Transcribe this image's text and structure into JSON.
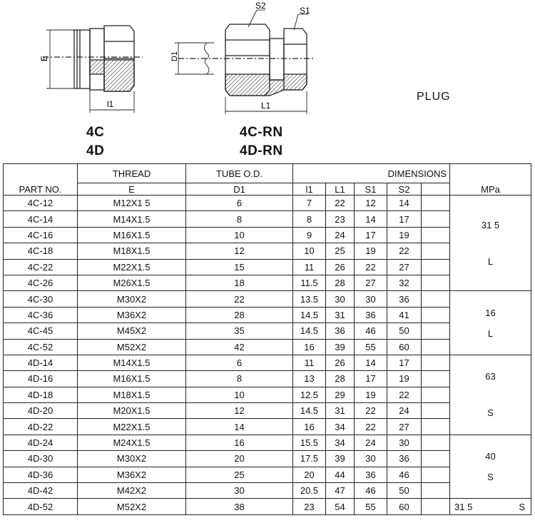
{
  "drawing": {
    "left_labels": {
      "E": "E",
      "l1": "l1"
    },
    "right_labels": {
      "S2": "S2",
      "S1": "S1",
      "D1": "D1",
      "L1": "L1"
    },
    "codes_left": [
      "4C",
      "4D"
    ],
    "codes_right": [
      "4C-RN",
      "4D-RN"
    ],
    "plug_label": "PLUG"
  },
  "table": {
    "headers": {
      "part_no": "PART NO.",
      "thread": "THREAD",
      "thread_sub": "E",
      "tube": "TUBE O.D.",
      "tube_sub": "D1",
      "dimensions": "DIMENSIONS",
      "l1": "l1",
      "L1": "L1",
      "S1": "S1",
      "S2": "S2",
      "mpa": "MPa"
    },
    "rows": [
      [
        "4C-12",
        "M12X1 5",
        "6",
        "7",
        "22",
        "12",
        "14"
      ],
      [
        "4C-14",
        "M14X1.5",
        "8",
        "8",
        "23",
        "14",
        "17"
      ],
      [
        "4C-16",
        "M16X1.5",
        "10",
        "9",
        "24",
        "17",
        "19"
      ],
      [
        "4C-18",
        "M18X1.5",
        "12",
        "10",
        "25",
        "19",
        "22"
      ],
      [
        "4C-22",
        "M22X1.5",
        "15",
        "11",
        "26",
        "22",
        "27"
      ],
      [
        "4C-26",
        "M26X1.5",
        "18",
        "11.5",
        "28",
        "27",
        "32"
      ],
      [
        "4C-30",
        "M30X2",
        "22",
        "13.5",
        "30",
        "30",
        "36"
      ],
      [
        "4C-36",
        "M36X2",
        "28",
        "14.5",
        "31",
        "36",
        "41"
      ],
      [
        "4C-45",
        "M45X2",
        "35",
        "14.5",
        "36",
        "46",
        "50"
      ],
      [
        "4C-52",
        "M52X2",
        "42",
        "16",
        "39",
        "55",
        "60"
      ],
      [
        "4D-14",
        "M14X1.5",
        "6",
        "11",
        "26",
        "14",
        "17"
      ],
      [
        "4D-16",
        "M16X1.5",
        "8",
        "13",
        "28",
        "17",
        "19"
      ],
      [
        "4D-18",
        "M18X1.5",
        "10",
        "12.5",
        "29",
        "19",
        "22"
      ],
      [
        "4D-20",
        "M20X1.5",
        "12",
        "14.5",
        "31",
        "22",
        "24"
      ],
      [
        "4D-22",
        "M22X1.5",
        "14",
        "16",
        "34",
        "22",
        "27"
      ],
      [
        "4D-24",
        "M24X1.5",
        "16",
        "15.5",
        "34",
        "24",
        "30"
      ],
      [
        "4D-30",
        "M30X2",
        "20",
        "17.5",
        "39",
        "30",
        "36"
      ],
      [
        "4D-36",
        "M36X2",
        "25",
        "20",
        "44",
        "36",
        "46"
      ],
      [
        "4D-42",
        "M42X2",
        "30",
        "20.5",
        "47",
        "46",
        "50"
      ],
      [
        "4D-52",
        "M52X2",
        "38",
        "23",
        "54",
        "55",
        "60"
      ]
    ],
    "pressure_groups": [
      {
        "top": "31 5",
        "bottom": "L"
      },
      {
        "top": "16",
        "bottom": "L"
      },
      {
        "top": "63",
        "bottom": "S"
      },
      {
        "top": "40",
        "bottom": "S"
      },
      {
        "top": "31 5",
        "bottom": "S"
      }
    ]
  }
}
